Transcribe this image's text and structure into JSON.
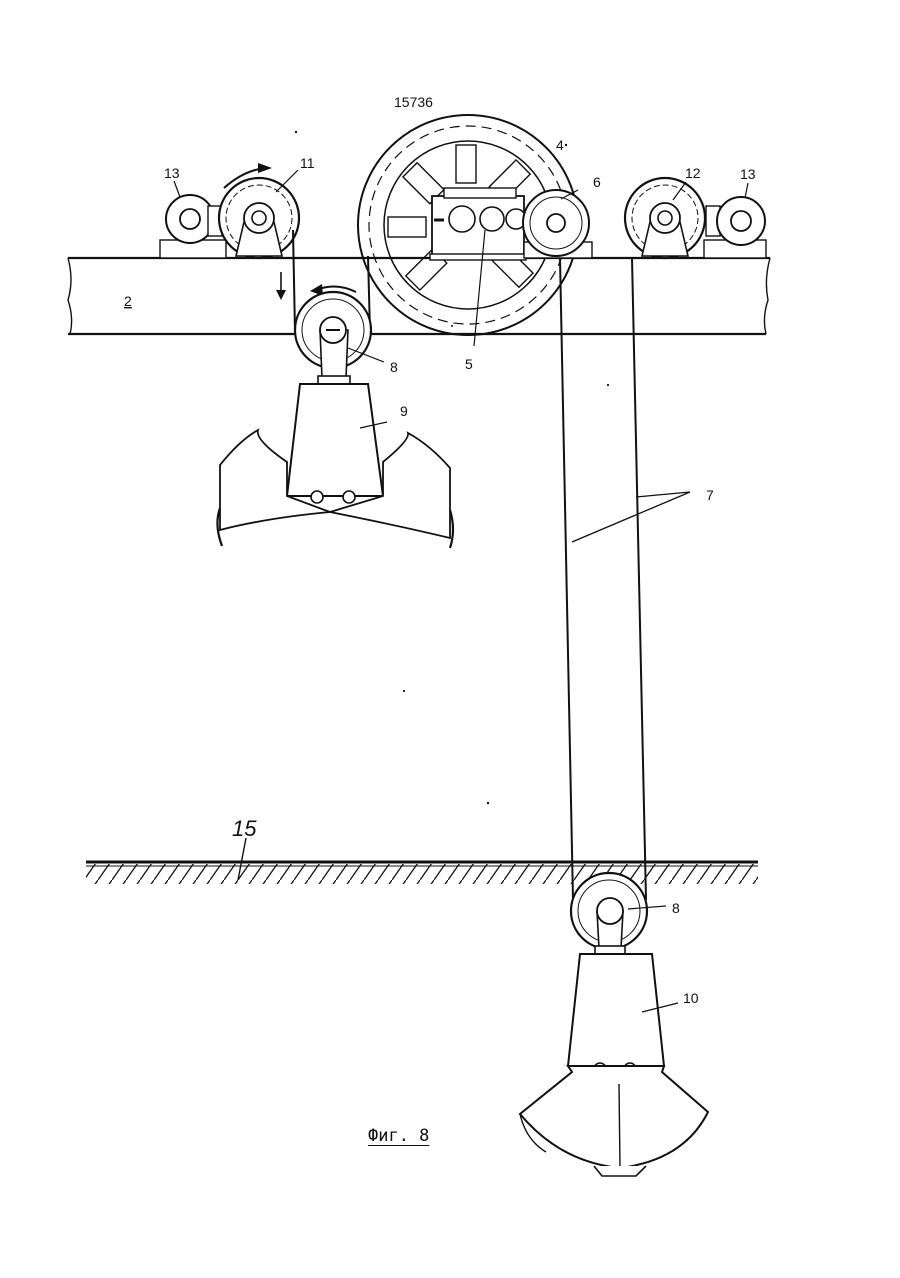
{
  "document_number": "15736",
  "figure_caption": "Фиг. 8",
  "labels": {
    "l2": "2",
    "l4": "4",
    "l5": "5",
    "l6": "6",
    "l7": "7",
    "l8a": "8",
    "l8b": "8",
    "l9": "9",
    "l10": "10",
    "l11": "11",
    "l12": "12",
    "l13a": "13",
    "l13b": "13",
    "l15": "15"
  }
}
